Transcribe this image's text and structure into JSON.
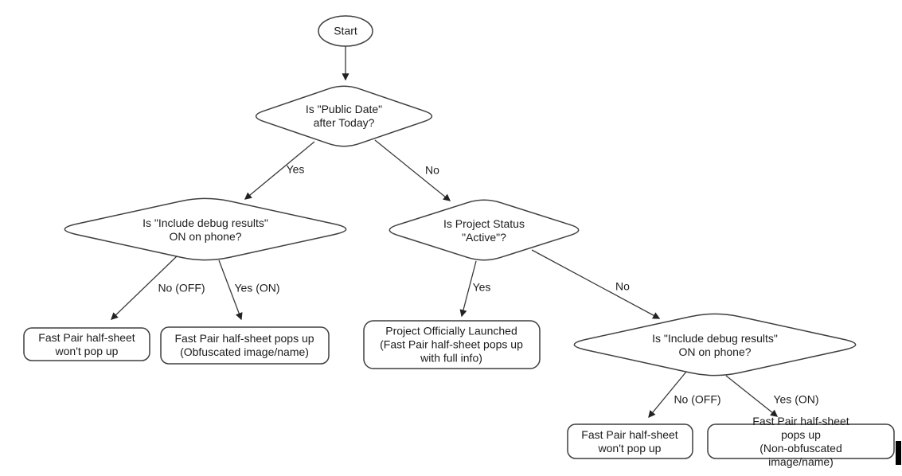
{
  "flowchart": {
    "nodes": {
      "start": "Start",
      "public_date": "Is \"Public Date\"\nafter Today?",
      "debug_left": "Is \"Include debug results\"\nON on phone?",
      "project_status": "Is Project Status\n\"Active\"?",
      "debug_right": "Is \"Include debug results\"\nON on phone?",
      "no_popup_left": "Fast Pair half-sheet\nwon't pop up",
      "obfuscated": "Fast Pair half-sheet pops up\n(Obfuscated image/name)",
      "launched": "Project Officially Launched\n(Fast Pair half-sheet pops up\nwith full info)",
      "no_popup_right": "Fast Pair half-sheet\nwon't pop up",
      "non_obfuscated": "Fast Pair half-sheet pops up\n(Non-obfuscated image/name)"
    },
    "edge_labels": {
      "yes_top": "Yes",
      "no_top": "No",
      "no_off_left": "No (OFF)",
      "yes_on_left": "Yes (ON)",
      "yes_mid": "Yes",
      "no_mid": "No",
      "no_off_right": "No (OFF)",
      "yes_on_right": "Yes (ON)"
    },
    "colors": {
      "stroke": "#3f3f3f",
      "text": "#1c1c1c",
      "background": "#ffffff"
    }
  }
}
